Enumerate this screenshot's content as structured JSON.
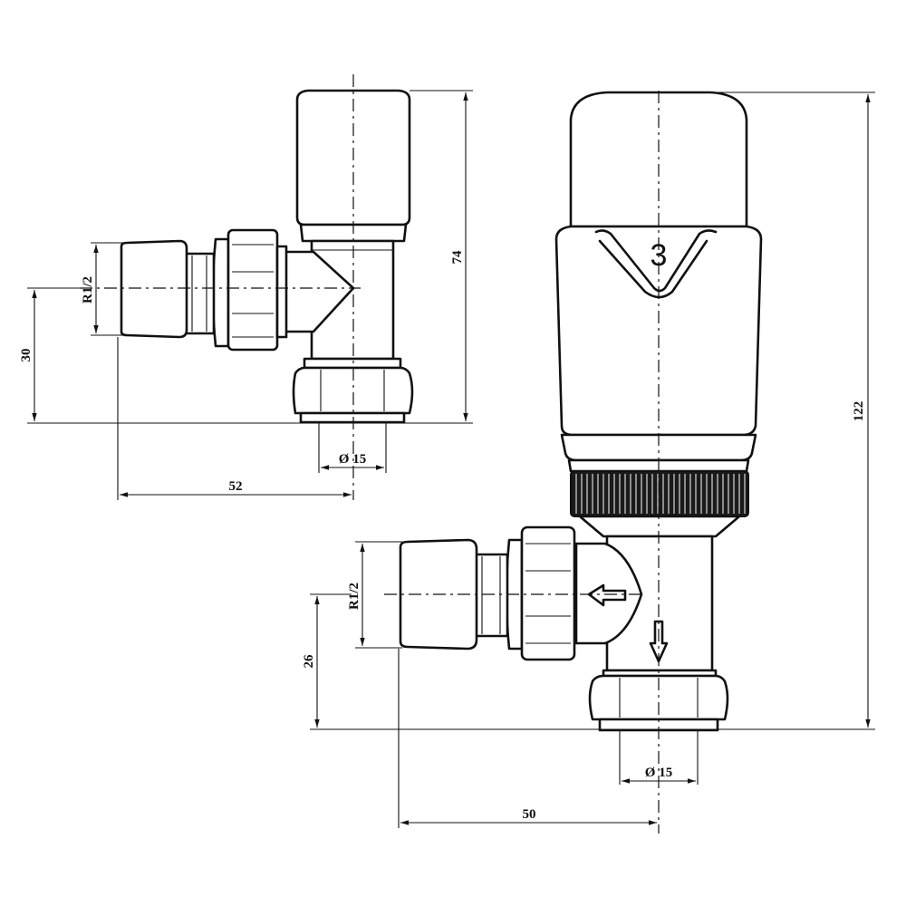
{
  "drawing": {
    "left_view": {
      "thread_label": "R1/2",
      "offset_dim": "30",
      "height_dim": "74",
      "pipe_dim": "Ø 15",
      "length_dim": "52"
    },
    "right_view": {
      "dial_number": "3",
      "thread_label": "R1/2",
      "offset_dim": "26",
      "height_dim": "122",
      "pipe_dim": "Ø 15",
      "length_dim": "50"
    }
  }
}
